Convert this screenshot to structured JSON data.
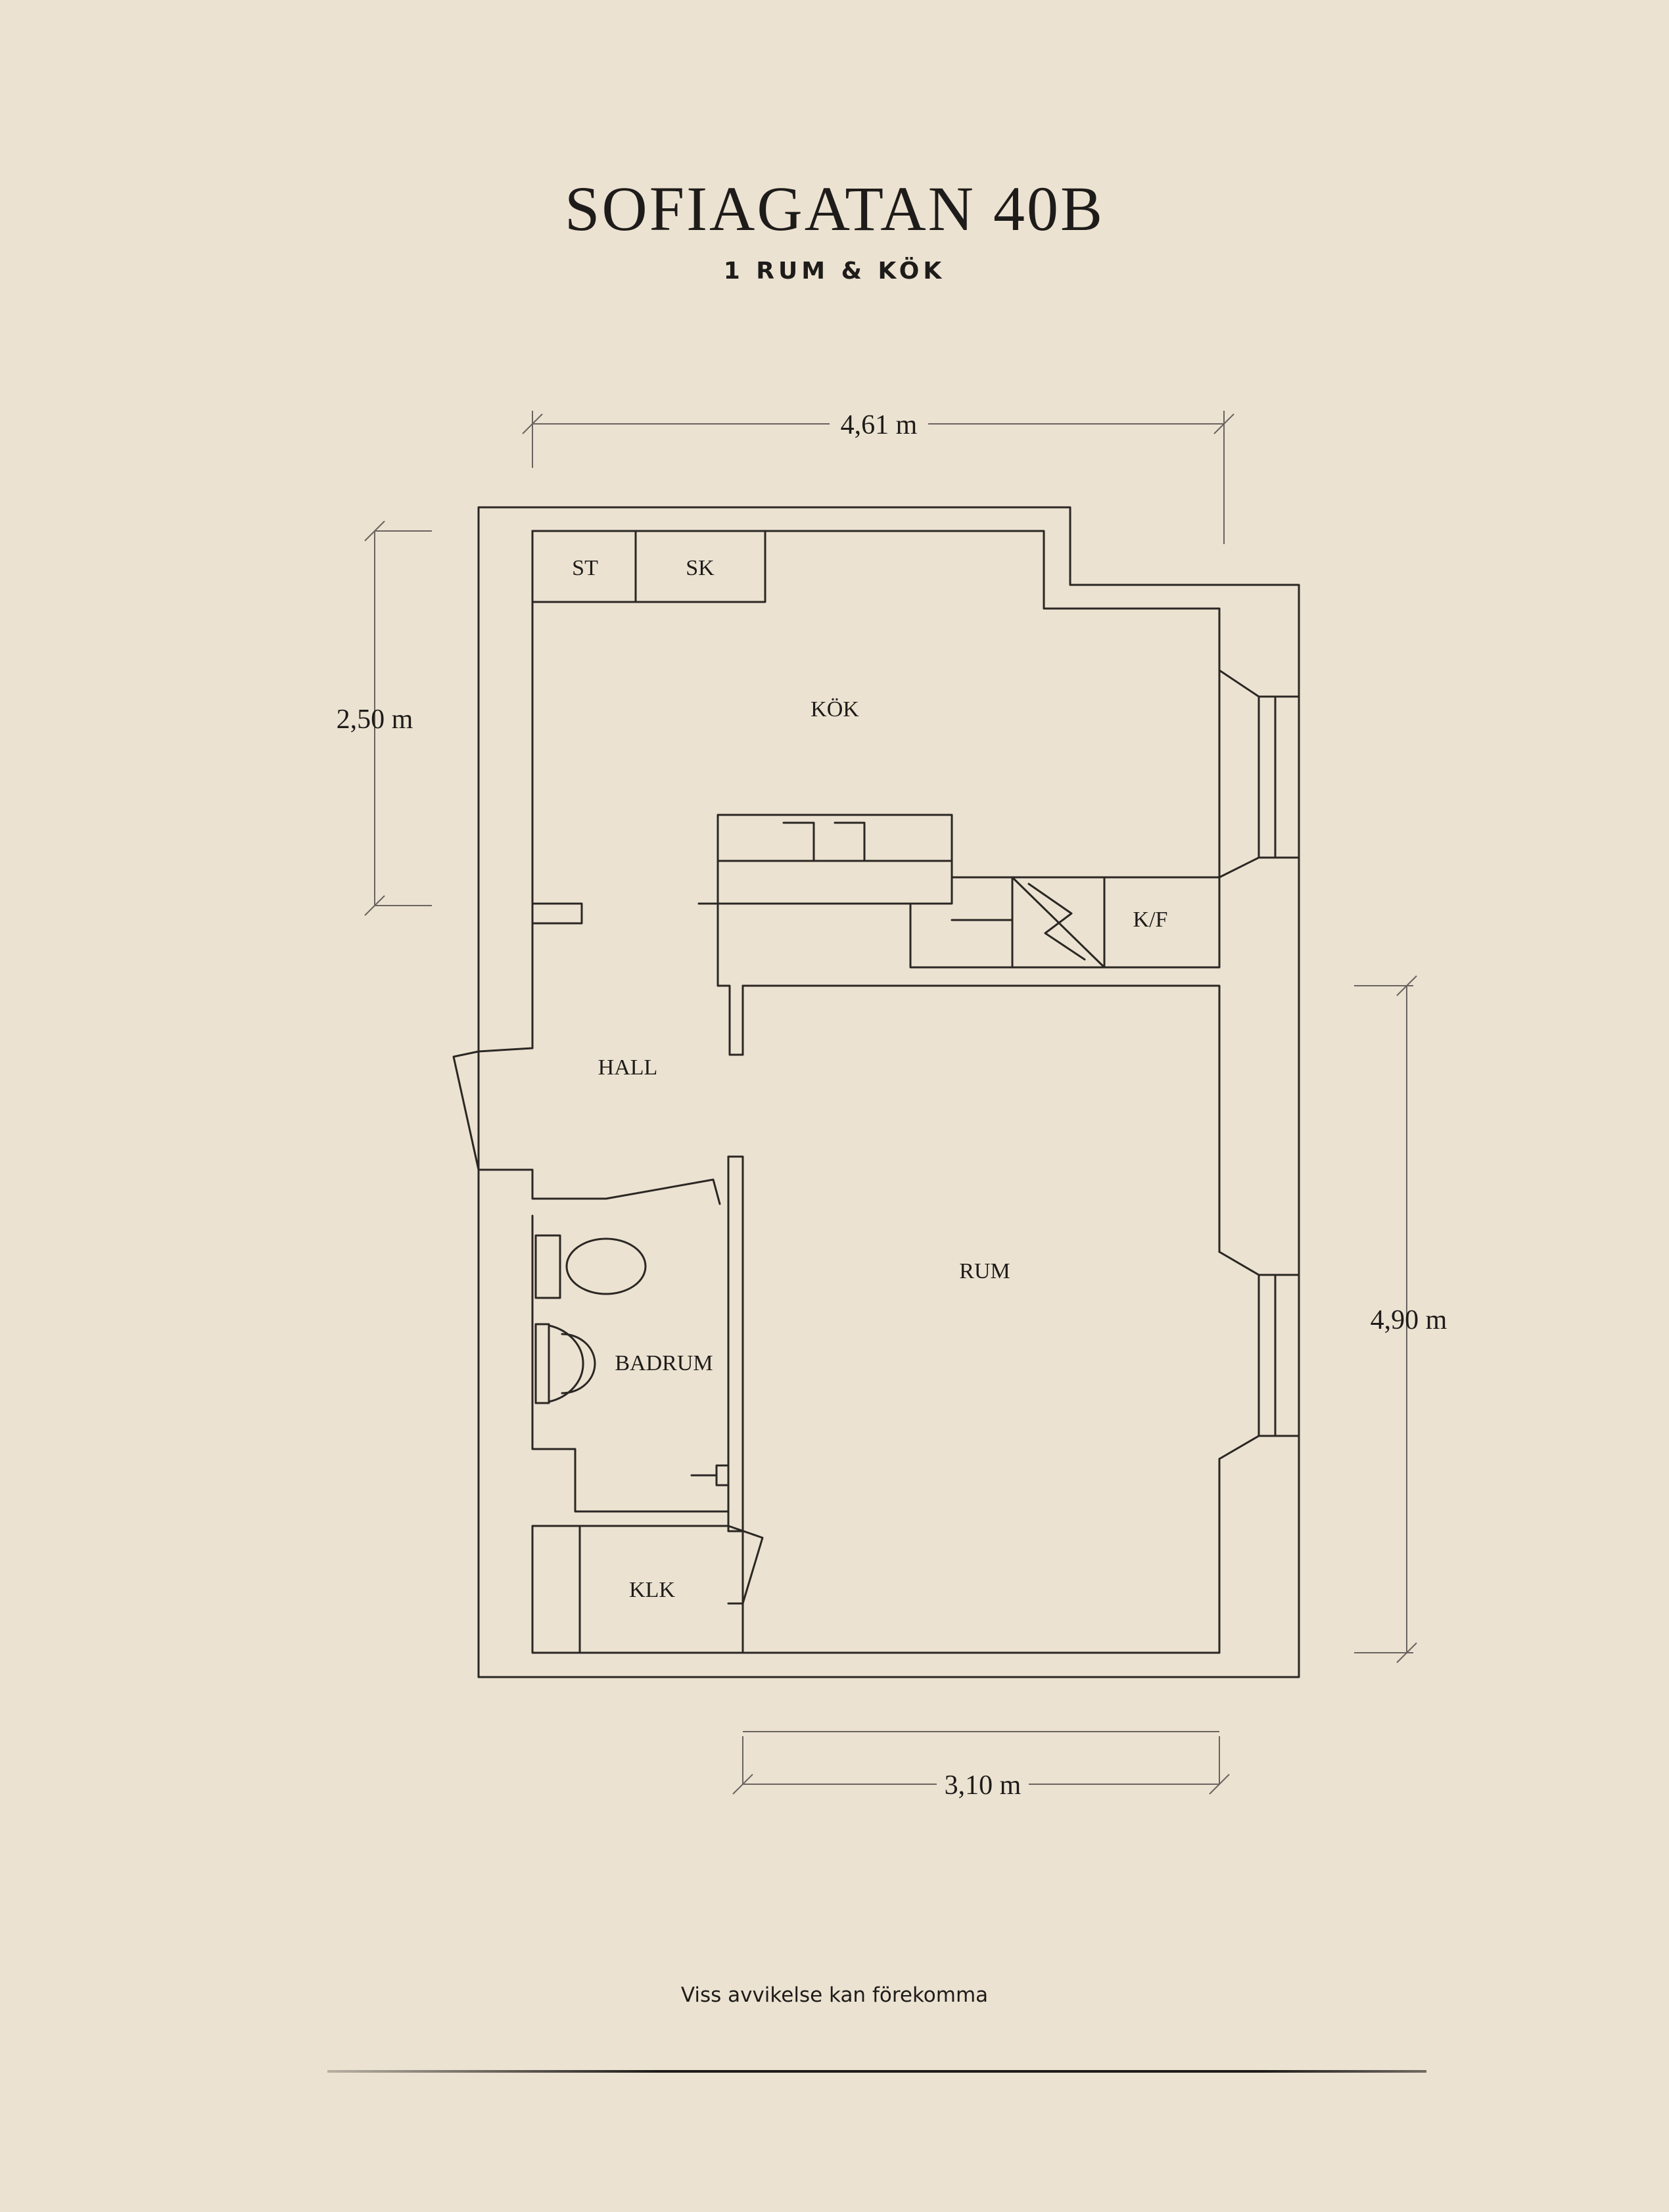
{
  "header": {
    "title": "SOFIAGATAN 40B",
    "subtitle": "1 RUM & KÖK"
  },
  "rooms": {
    "st": "ST",
    "sk": "SK",
    "kok": "KÖK",
    "kf": "K/F",
    "hall": "HALL",
    "badrum": "BADRUM",
    "rum": "RUM",
    "klk": "KLK"
  },
  "dimensions": {
    "top": "4,61 m",
    "left": "2,50 m",
    "right": "4,90 m",
    "bottom": "3,10 m"
  },
  "footer": {
    "disclaimer": "Viss avvikelse kan förekomma"
  }
}
